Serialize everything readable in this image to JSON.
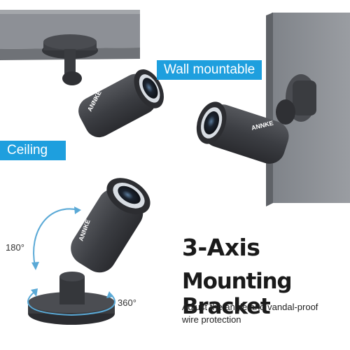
{
  "labels": {
    "wall": "Wall mountable",
    "ceiling": "Ceiling",
    "angle_180": "180°",
    "angle_360": "360°"
  },
  "headline": {
    "line1": "3-Axis",
    "line2": "Mounting Bracket"
  },
  "description": {
    "line1": "Adjust the angle and vandal-proof",
    "line2": "wire protection"
  },
  "brand": "ANNKE",
  "colors": {
    "badge": "#1e9fde",
    "camera": "#3e4045",
    "wall": "#8d9096",
    "arrow": "#5aa9d6"
  }
}
